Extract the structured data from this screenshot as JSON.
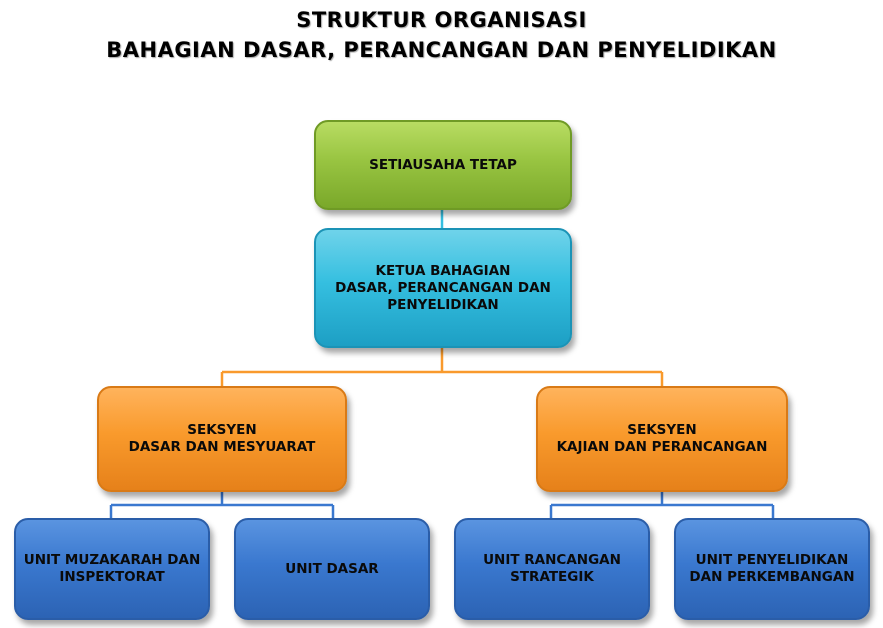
{
  "title": {
    "line1": "STRUKTUR ORGANISASI",
    "line2": "BAHAGIAN DASAR, PERANCANGAN DAN PENYELIDIKAN"
  },
  "nodes": {
    "setiausaha": "SETIAUSAHA TETAP",
    "ketua": "KETUA BAHAGIAN\nDASAR, PERANCANGAN DAN\nPENYELIDIKAN",
    "seksyen_dasar": "SEKSYEN\nDASAR DAN MESYUARAT",
    "seksyen_kajian": "SEKSYEN\nKAJIAN DAN PERANCANGAN",
    "unit_muzakarah": "UNIT MUZAKARAH DAN\nINSPEKTORAT",
    "unit_dasar": "UNIT DASAR",
    "unit_rancangan": "UNIT RANCANGAN\nSTRATEGIK",
    "unit_penyelidikan": "UNIT PENYELIDIKAN\nDAN PERKEMBANGAN"
  },
  "colors": {
    "level1": "#98c441",
    "level2": "#35bfe0",
    "level3": "#f99a2c",
    "level4": "#3a78cf",
    "connector_top": "#35bfe0",
    "connector_mid": "#f99a2c",
    "connector_low": "#3a78cf"
  }
}
